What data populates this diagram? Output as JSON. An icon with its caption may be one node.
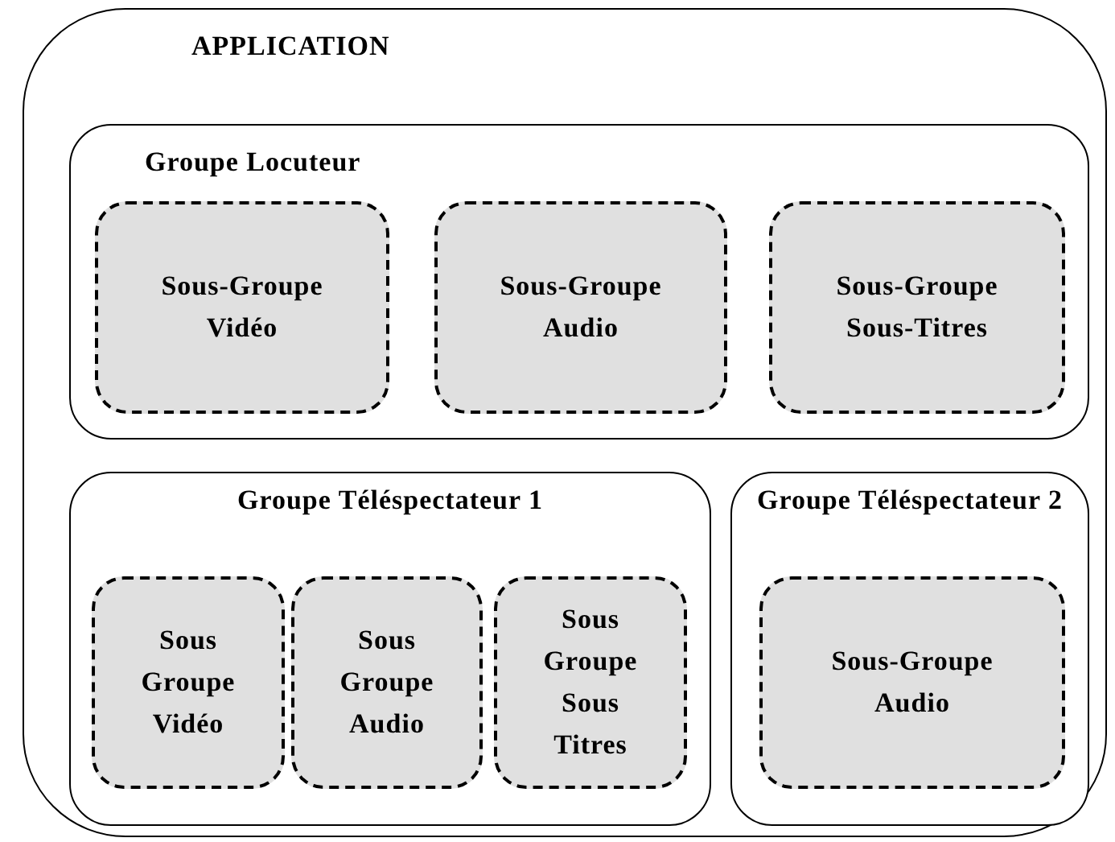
{
  "diagram": {
    "nodes": [
      {
        "text": [
          "APPLICATION"
        ]
      },
      {
        "text": [
          "Groupe Locuteur"
        ],
        "in": 0
      },
      {
        "text": [
          "Sous-Groupe Vidéo"
        ],
        "in": 1
      },
      {
        "text": [
          "Sous-Groupe Audio"
        ],
        "in": 1
      },
      {
        "text": [
          "Sous-Groupe Sous-Titres"
        ],
        "in": 1
      },
      {
        "text": [
          "Groupe Téléspectateur 1"
        ],
        "in": 0
      },
      {
        "text": [
          "Sous Groupe Vidéo"
        ],
        "in": 5
      },
      {
        "text": [
          "Sous Groupe Audio"
        ],
        "in": 5
      },
      {
        "text": [
          "Sous Groupe Sous Titres"
        ],
        "in": 5
      },
      {
        "text": [
          "Groupe Téléspectateur 2"
        ],
        "in": 0
      },
      {
        "text": [
          "Sous-Groupe Audio"
        ],
        "in": 9
      }
    ]
  }
}
